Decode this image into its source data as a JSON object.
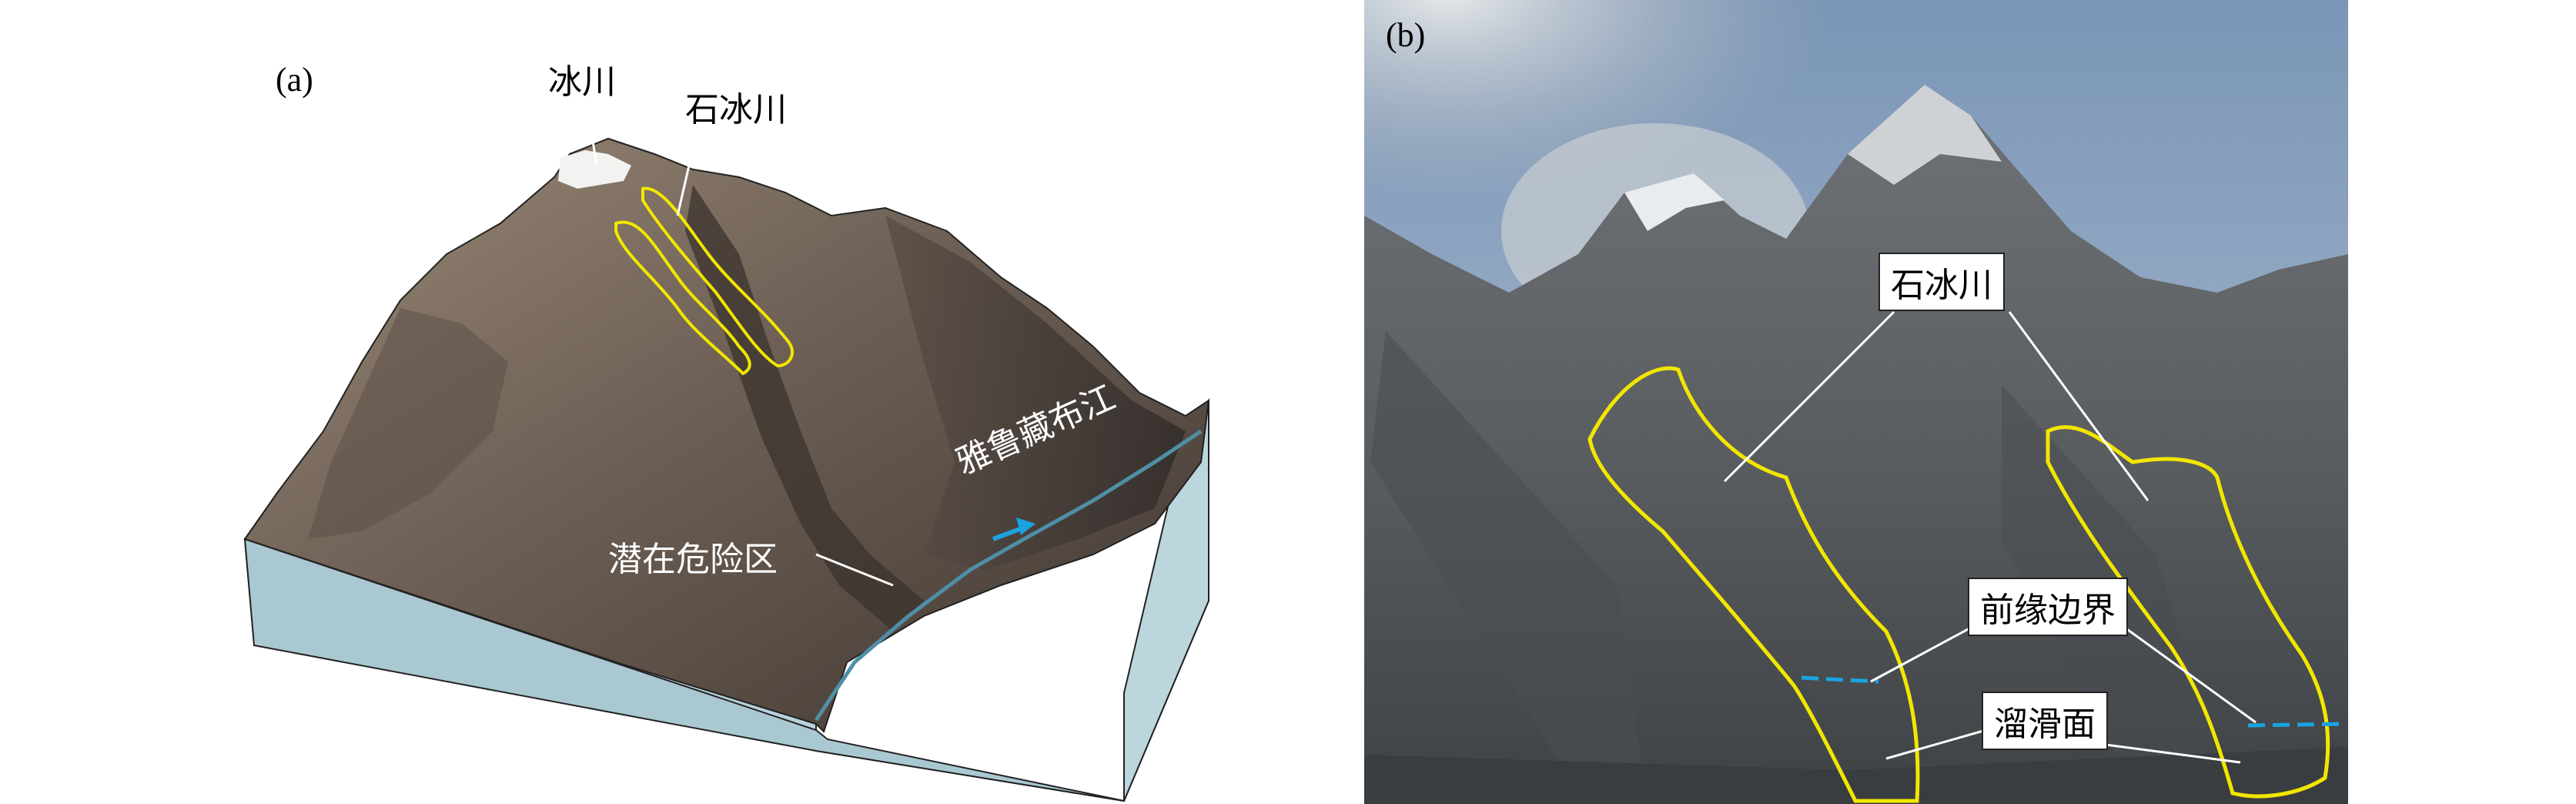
{
  "panel_a": {
    "label": "(a)",
    "glacier_label": "冰川",
    "rock_glacier_label": "石冰川",
    "river_label": "雅鲁藏布江",
    "hazard_zone_label": "潜在危险区"
  },
  "panel_b": {
    "label": "(b)",
    "rock_glacier_label": "石冰川",
    "front_boundary_label": "前缘边界",
    "slip_surface_label": "溜滑面"
  },
  "colors": {
    "outline_yellow": "#f2e600",
    "boundary_blue": "#1aa3e0",
    "block_side": "#b6d2da",
    "terrain_dark": "#4a403a",
    "terrain_light": "#8a7a6a",
    "sky": "#8fa9c9"
  }
}
